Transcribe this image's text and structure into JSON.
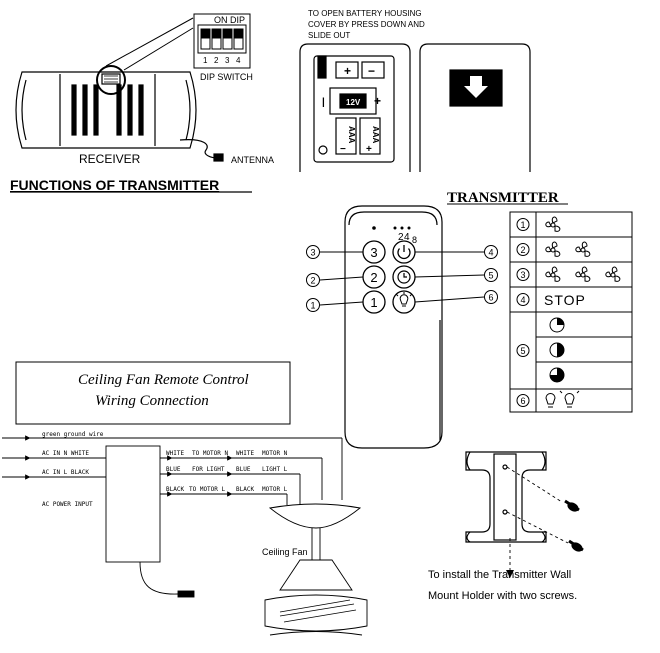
{
  "dip_switch": {
    "on_label": "ON DIP",
    "numbers": [
      "1",
      "2",
      "3",
      "4"
    ],
    "caption": "DIP SWITCH"
  },
  "receiver": {
    "label": "RECEIVER",
    "antenna_label": "ANTENNA"
  },
  "battery": {
    "note_lines": [
      "TO OPEN BATTERY HOUSING",
      "COVER BY PRESS DOWN AND",
      "SLIDE OUT"
    ],
    "battery_label": "12V",
    "battery_letters": "AAA"
  },
  "functions_title": "FUNCTIONS OF TRANSMITTER",
  "transmitter": {
    "title": "TRANSMITTER",
    "speed_indicator": [
      "2",
      "4",
      "8"
    ],
    "buttons": [
      {
        "key": "3"
      },
      {
        "key": "2"
      },
      {
        "key": "1"
      }
    ],
    "callouts": [
      "3",
      "2",
      "1",
      "4",
      "5",
      "6"
    ]
  },
  "function_table": {
    "rows": [
      {
        "num": "1",
        "desc": ""
      },
      {
        "num": "2",
        "desc": ""
      },
      {
        "num": "3",
        "desc": ""
      },
      {
        "num": "4",
        "desc": "STOP"
      },
      {
        "num": "5",
        "desc": ""
      },
      {
        "num": "6",
        "desc": ""
      }
    ]
  },
  "wiring": {
    "title_line1": "Ceiling Fan Remote Control",
    "title_line2": "Wiring Connection",
    "green_ground": "green ground wire",
    "ac_n": "AC IN N  WHITE",
    "ac_l": "AC IN L  BLACK",
    "ac_power": "AC POWER INPUT",
    "white": "WHITE",
    "to_motor_n": "TO MOTOR N",
    "white2": "WHITE",
    "motor_n": "MOTOR N",
    "blue": "BLUE",
    "for_light": "FOR LIGHT",
    "blue2": "BLUE",
    "light_l": "LIGHT L",
    "black": "BLACK",
    "to_motor_l": "TO MOTOR L",
    "black2": "BLACK",
    "motor_l": "MOTOR L",
    "ceiling_fan": "Ceiling Fan"
  },
  "wall_mount": {
    "line1": "To  install  the  Transmitter  Wall",
    "line2": "Mount Holder with two screws."
  }
}
